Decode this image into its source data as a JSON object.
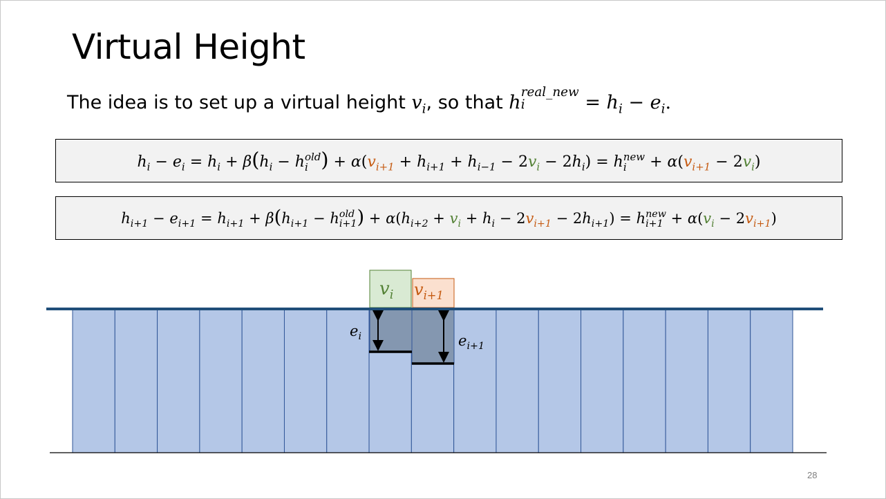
{
  "slide": {
    "title": "Virtual Height",
    "intro_text": "The idea is to set up a virtual height",
    "intro_middle": ", so that",
    "page_number": "28"
  },
  "colors": {
    "virtual_i": "#538135",
    "virtual_i1": "#c55a11",
    "column_fill": "#b4c7e7",
    "column_border": "#2f5597",
    "water_line": "#1f4e79",
    "deficit_fill": "#8497b0",
    "vi_box_fill": "#d9ead3",
    "vi1_box_fill": "#fbe0cf"
  },
  "diagram": {
    "column_count": 17,
    "labels": {
      "v_i": "v",
      "v_i_sub": "i",
      "v_i1": "v",
      "v_i1_sub": "i+1",
      "e_i": "e",
      "e_i_sub": "i",
      "e_i1": "e",
      "e_i1_sub": "i+1"
    }
  }
}
